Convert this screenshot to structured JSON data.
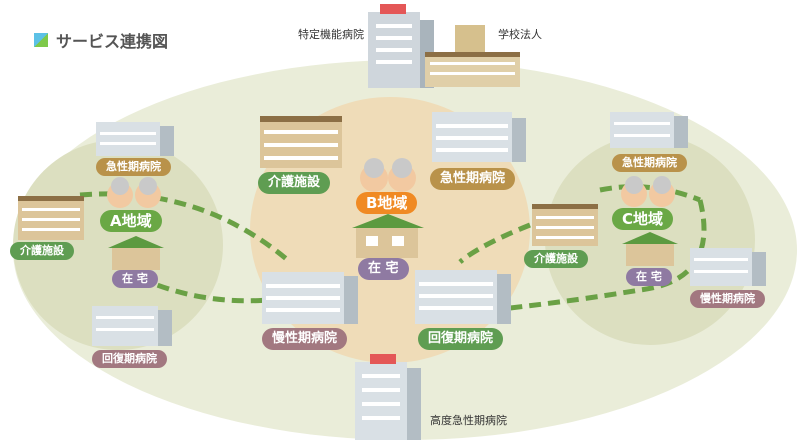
{
  "title": "サービス連携図",
  "colors": {
    "big_oval": "#eaedd9",
    "circle_outer": "#dcdfc0",
    "circle_center": "#efdcb8",
    "dashed_line": "#6aa145",
    "area_green": "#6aa845",
    "area_orange": "#f08a23"
  },
  "top_labels": {
    "tokutei": "特定機能病院",
    "gakko": "学校法人"
  },
  "bottom_label": "高度急性期病院",
  "center": {
    "kaigo": "介護施設",
    "kyusei": "急性期病院",
    "area": "B地域",
    "zaitaku": "在 宅",
    "mansei": "慢性期病院",
    "kaifuku": "回復期病院"
  },
  "left": {
    "kyusei": "急性期病院",
    "kaigo": "介護施設",
    "area": "A地域",
    "zaitaku": "在 宅",
    "kaifuku": "回復期病院"
  },
  "right": {
    "kyusei": "急性期病院",
    "kaigo": "介護施設",
    "area": "C地域",
    "zaitaku": "在 宅",
    "mansei": "慢性期病院"
  }
}
